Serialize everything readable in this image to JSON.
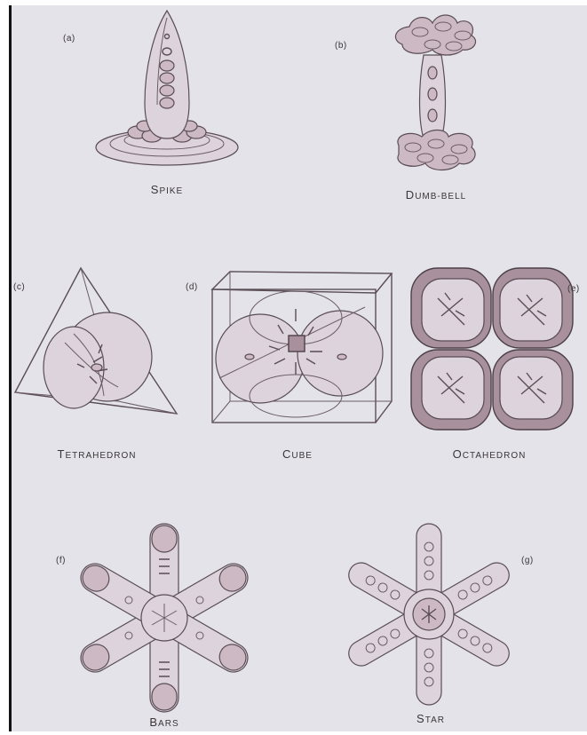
{
  "figure": {
    "panels": [
      {
        "id": "spike",
        "label": "(a)",
        "caption": "SPIKE",
        "icon": "spike-form-icon"
      },
      {
        "id": "dumb-bell",
        "label": "(b)",
        "caption": "DUMB-BELL",
        "icon": "dumb-bell-form-icon"
      },
      {
        "id": "tetrahedron",
        "label": "(c)",
        "caption": "TETRAHEDRON",
        "icon": "tetrahedron-form-icon"
      },
      {
        "id": "cube",
        "label": "(d)",
        "caption": "CUBE",
        "icon": "cube-form-icon"
      },
      {
        "id": "octahedron",
        "label": "(e)",
        "caption": "OCTAHEDRON",
        "icon": "octahedron-form-icon"
      },
      {
        "id": "bars",
        "label": "(f)",
        "caption": "BARS",
        "icon": "bars-form-icon"
      },
      {
        "id": "star",
        "label": "(g)",
        "caption": "STAR",
        "icon": "star-form-icon"
      }
    ]
  }
}
